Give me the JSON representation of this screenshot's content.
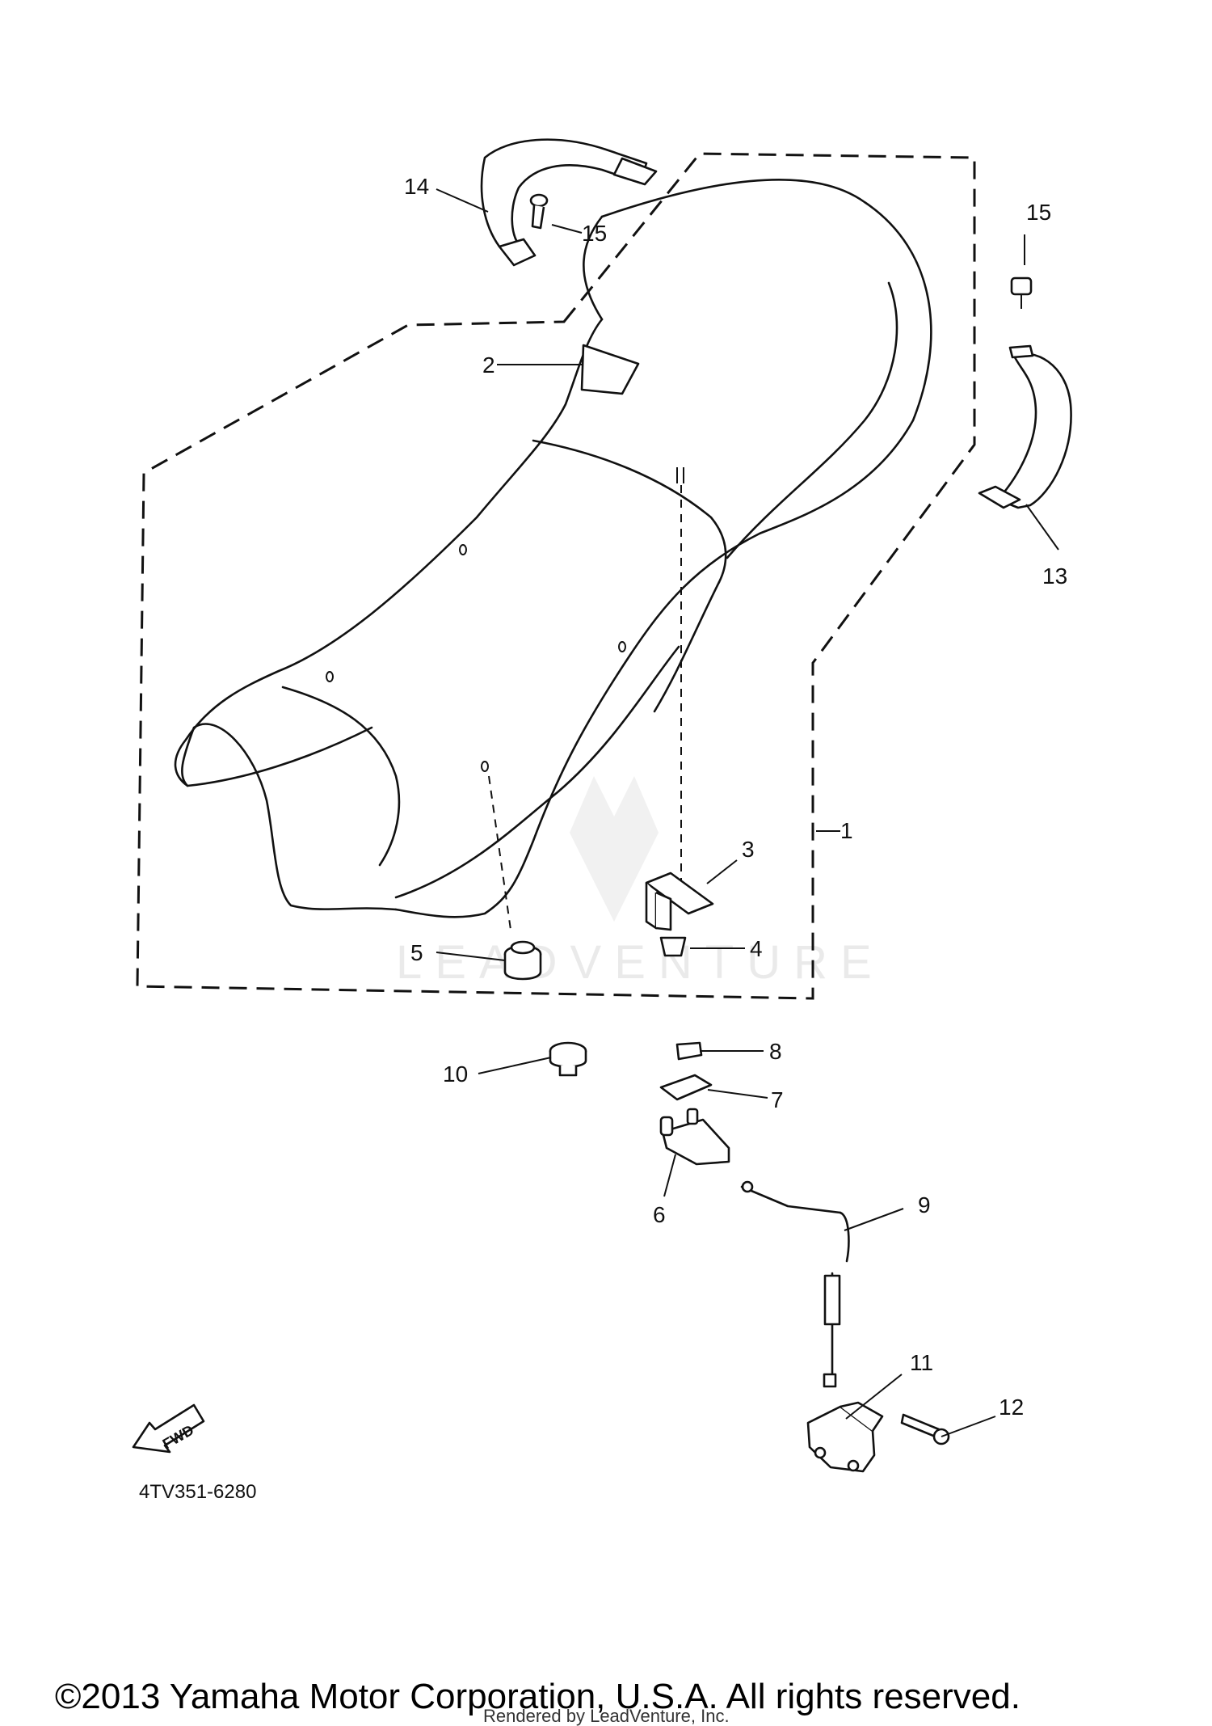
{
  "callouts": {
    "c1": "1",
    "c2": "2",
    "c3": "3",
    "c4": "4",
    "c5": "5",
    "c6": "6",
    "c7": "7",
    "c8": "8",
    "c9": "9",
    "c10": "10",
    "c11": "11",
    "c12": "12",
    "c13": "13",
    "c14": "14",
    "c15a": "15",
    "c15b": "15"
  },
  "watermark": "LEADVENTURE",
  "fwd_label": "FWD",
  "diagram_code": "4TV351-6280",
  "footer": {
    "copyright": "©2013 Yamaha Motor Corporation, U.S.A. All rights reserved.",
    "rendered_by": "Rendered by LeadVenture, Inc."
  }
}
